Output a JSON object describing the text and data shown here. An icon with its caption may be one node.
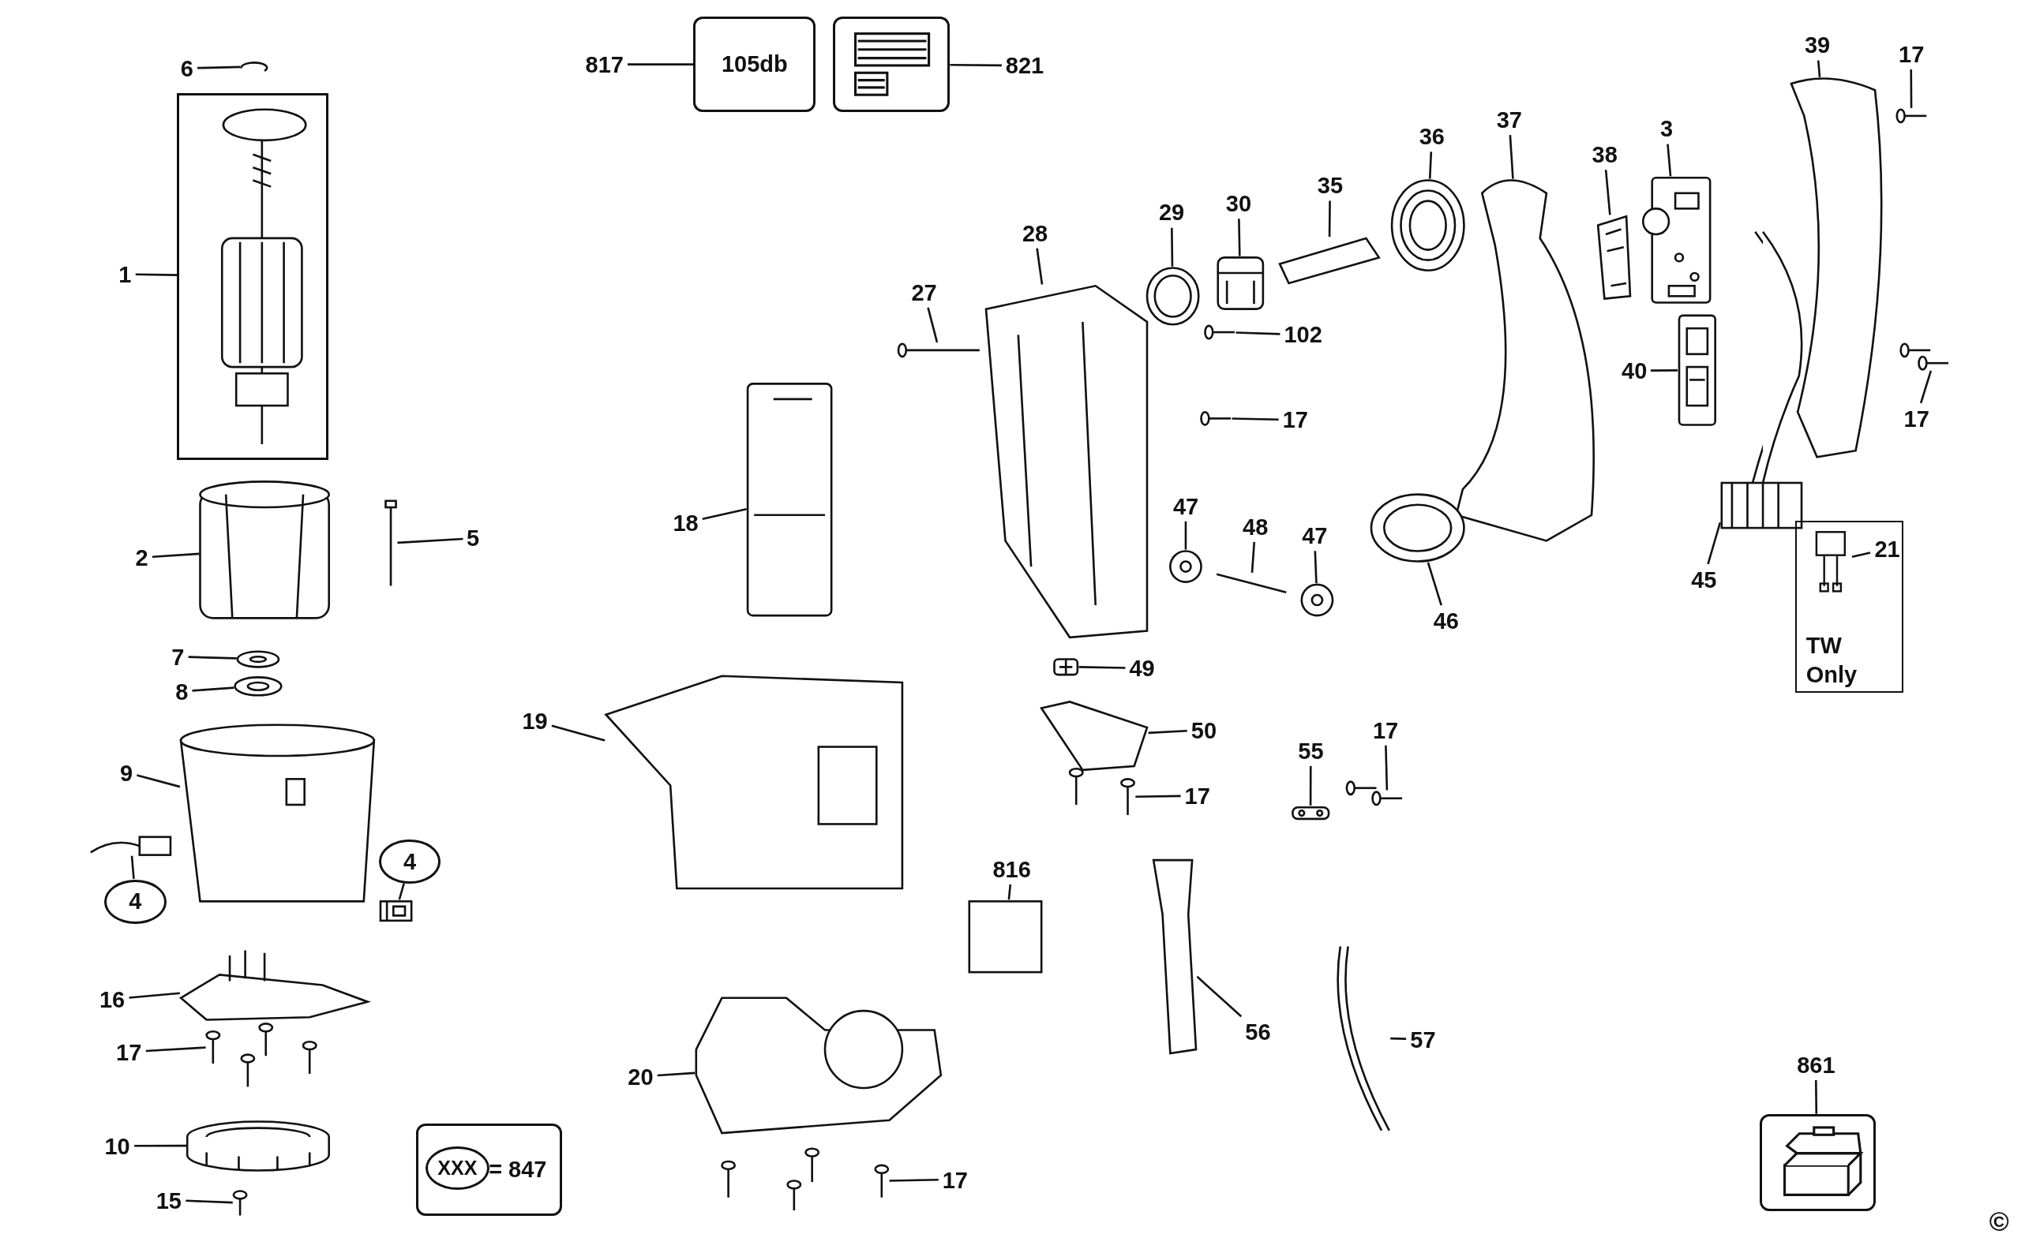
{
  "diagram": {
    "nodes": [
      {
        "text": [
          "6"
        ]
      },
      {
        "text": [
          "817"
        ]
      },
      {
        "text": [
          "105db"
        ]
      },
      {
        "text": [],
        "shape": "picture"
      },
      {
        "text": [
          "821"
        ]
      },
      {
        "text": [
          "39"
        ]
      },
      {
        "text": [
          "17"
        ]
      },
      {
        "text": [
          "37"
        ]
      },
      {
        "text": [
          "36"
        ]
      },
      {
        "text": [
          "3"
        ]
      },
      {
        "text": [
          "38"
        ]
      },
      {
        "text": [
          "35"
        ]
      },
      {
        "text": [
          "28"
        ]
      },
      {
        "text": [
          "30"
        ]
      },
      {
        "text": [
          "29"
        ]
      },
      {
        "text": [
          "1"
        ]
      },
      {
        "text": [],
        "shape": "box"
      },
      {
        "text": [
          "27"
        ]
      },
      {
        "text": [
          "102"
        ]
      },
      {
        "text": [
          "40"
        ]
      },
      {
        "text": [
          "17"
        ]
      },
      {
        "text": [
          "17"
        ]
      },
      {
        "text": [
          "47"
        ]
      },
      {
        "text": [
          "48"
        ]
      },
      {
        "text": [
          "47"
        ]
      },
      {
        "text": [
          "18"
        ]
      },
      {
        "text": [
          "2"
        ]
      },
      {
        "text": [
          "5"
        ]
      },
      {
        "text": [
          "TW Only"
        ]
      },
      {
        "text": [
          "21"
        ],
        "in": 28
      },
      {
        "text": [
          "46"
        ]
      },
      {
        "text": [
          "45"
        ]
      },
      {
        "text": [
          "7"
        ]
      },
      {
        "text": [
          "8"
        ]
      },
      {
        "text": [
          "49"
        ]
      },
      {
        "text": [
          "19"
        ]
      },
      {
        "text": [
          "50"
        ]
      },
      {
        "text": [
          "17"
        ]
      },
      {
        "text": [
          "55"
        ]
      },
      {
        "text": [
          "9"
        ]
      },
      {
        "text": [
          "17"
        ]
      },
      {
        "text": [
          "4"
        ]
      },
      {
        "text": [
          "816"
        ]
      },
      {
        "text": [
          "4"
        ]
      },
      {
        "text": [
          "16"
        ]
      },
      {
        "text": [
          "56"
        ]
      },
      {
        "text": [
          "57"
        ]
      },
      {
        "text": [
          "17"
        ]
      },
      {
        "text": [
          "861"
        ]
      },
      {
        "text": [
          "20"
        ]
      },
      {
        "text": [
          "10"
        ]
      },
      {
        "text": [
          "= 847"
        ]
      },
      {
        "text": [
          "XXX"
        ],
        "in": 51
      },
      {
        "text": [
          "17"
        ]
      },
      {
        "text": [
          "15"
        ]
      },
      {
        "text": [],
        "shape": "picture"
      },
      {
        "text": [],
        "shape": "picture"
      },
      {
        "text": [],
        "shape": "picture"
      },
      {
        "text": [],
        "shape": "picture"
      },
      {
        "text": [],
        "shape": "picture"
      },
      {
        "text": [],
        "shape": "picture"
      },
      {
        "text": [],
        "shape": "picture"
      },
      {
        "text": [],
        "shape": "picture"
      },
      {
        "text": [],
        "shape": "picture"
      },
      {
        "text": [],
        "shape": "picture"
      },
      {
        "text": [],
        "shape": "picture"
      },
      {
        "text": [],
        "shape": "picture"
      },
      {
        "text": [],
        "shape": "picture"
      },
      {
        "text": [],
        "shape": "picture"
      },
      {
        "text": [],
        "shape": "picture"
      },
      {
        "text": [],
        "shape": "picture"
      },
      {
        "text": [],
        "shape": "picture"
      },
      {
        "text": [],
        "shape": "picture"
      },
      {
        "text": [],
        "shape": "picture"
      },
      {
        "text": [],
        "shape": "picture"
      },
      {
        "text": [],
        "shape": "picture"
      },
      {
        "text": [],
        "shape": "picture"
      },
      {
        "text": [],
        "shape": "picture"
      },
      {
        "text": [],
        "shape": "picture",
        "in": 28
      },
      {
        "text": [],
        "shape": "picture"
      },
      {
        "text": [],
        "shape": "picture"
      },
      {
        "text": [],
        "shape": "picture"
      },
      {
        "text": [],
        "shape": "picture"
      },
      {
        "text": [],
        "shape": "picture"
      },
      {
        "text": [],
        "shape": "picture"
      },
      {
        "text": [],
        "shape": "picture"
      },
      {
        "text": [],
        "shape": "picture"
      },
      {
        "text": [],
        "shape": "picture"
      },
      {
        "text": [],
        "shape": "picture"
      },
      {
        "text": [],
        "shape": "picture"
      },
      {
        "text": [],
        "shape": "picture"
      },
      {
        "text": [],
        "shape": "box"
      },
      {
        "text": [],
        "shape": "picture"
      },
      {
        "text": [],
        "shape": "picture"
      },
      {
        "text": [],
        "shape": "picture"
      },
      {
        "text": [],
        "shape": "picture"
      },
      {
        "text": [],
        "shape": "picture"
      },
      {
        "text": [],
        "shape": "picture"
      },
      {
        "text": [],
        "shape": "picture"
      },
      {
        "text": [],
        "shape": "picture"
      },
      {
        "text": [],
        "shape": "picture"
      }
    ],
    "edges": [
      {
        "from": 0,
        "to": 56,
        "arrow": "none"
      },
      {
        "from": 1,
        "to": 2,
        "arrow": "none"
      },
      {
        "from": 4,
        "to": 3,
        "arrow": "none"
      },
      {
        "from": 5,
        "to": 57,
        "arrow": "none"
      },
      {
        "from": 6,
        "to": 58,
        "arrow": "none"
      },
      {
        "from": 7,
        "to": 59,
        "arrow": "none"
      },
      {
        "from": 8,
        "to": 60,
        "arrow": "none"
      },
      {
        "from": 9,
        "to": 61,
        "arrow": "none"
      },
      {
        "from": 10,
        "to": 62,
        "arrow": "none"
      },
      {
        "from": 11,
        "to": 63,
        "arrow": "none"
      },
      {
        "from": 12,
        "to": 64,
        "arrow": "none"
      },
      {
        "from": 13,
        "to": 65,
        "arrow": "none"
      },
      {
        "from": 14,
        "to": 66,
        "arrow": "none"
      },
      {
        "from": 15,
        "to": 16,
        "arrow": "none"
      },
      {
        "from": 17,
        "to": 67,
        "arrow": "none"
      },
      {
        "from": 18,
        "to": 68,
        "arrow": "none"
      },
      {
        "from": 19,
        "to": 69,
        "arrow": "none"
      },
      {
        "from": 20,
        "to": 70,
        "arrow": "none"
      },
      {
        "from": 21,
        "to": 71,
        "arrow": "none"
      },
      {
        "from": 22,
        "to": 72,
        "arrow": "none"
      },
      {
        "from": 23,
        "to": 73,
        "arrow": "none"
      },
      {
        "from": 24,
        "to": 74,
        "arrow": "none"
      },
      {
        "from": 25,
        "to": 75,
        "arrow": "none"
      },
      {
        "from": 26,
        "to": 76,
        "arrow": "none"
      },
      {
        "from": 27,
        "to": 77,
        "arrow": "none"
      },
      {
        "from": 29,
        "to": 78,
        "arrow": "none"
      },
      {
        "from": 30,
        "to": 79,
        "arrow": "none"
      },
      {
        "from": 31,
        "to": 80,
        "arrow": "none"
      },
      {
        "from": 32,
        "to": 81,
        "arrow": "none"
      },
      {
        "from": 33,
        "to": 82,
        "arrow": "none"
      },
      {
        "from": 34,
        "to": 83,
        "arrow": "none"
      },
      {
        "from": 35,
        "to": 84,
        "arrow": "none"
      },
      {
        "from": 36,
        "to": 85,
        "arrow": "none"
      },
      {
        "from": 37,
        "to": 86,
        "arrow": "none"
      },
      {
        "from": 38,
        "to": 87,
        "arrow": "none"
      },
      {
        "from": 39,
        "to": 88,
        "arrow": "none"
      },
      {
        "from": 40,
        "to": 89,
        "arrow": "none"
      },
      {
        "from": 41,
        "to": 90,
        "arrow": "none"
      },
      {
        "from": 42,
        "to": 91,
        "arrow": "none"
      },
      {
        "from": 43,
        "to": 92,
        "arrow": "none"
      },
      {
        "from": 44,
        "to": 93,
        "arrow": "none"
      },
      {
        "from": 45,
        "to": 94,
        "arrow": "none"
      },
      {
        "from": 46,
        "to": 95,
        "arrow": "none"
      },
      {
        "from": 47,
        "to": 96,
        "arrow": "none"
      },
      {
        "from": 48,
        "to": 55,
        "arrow": "none"
      },
      {
        "from": 49,
        "to": 97,
        "arrow": "none"
      },
      {
        "from": 50,
        "to": 98,
        "arrow": "none"
      },
      {
        "from": 53,
        "to": 99,
        "arrow": "none"
      },
      {
        "from": 54,
        "to": 100,
        "arrow": "none"
      }
    ],
    "labels": [
      "©"
    ]
  }
}
